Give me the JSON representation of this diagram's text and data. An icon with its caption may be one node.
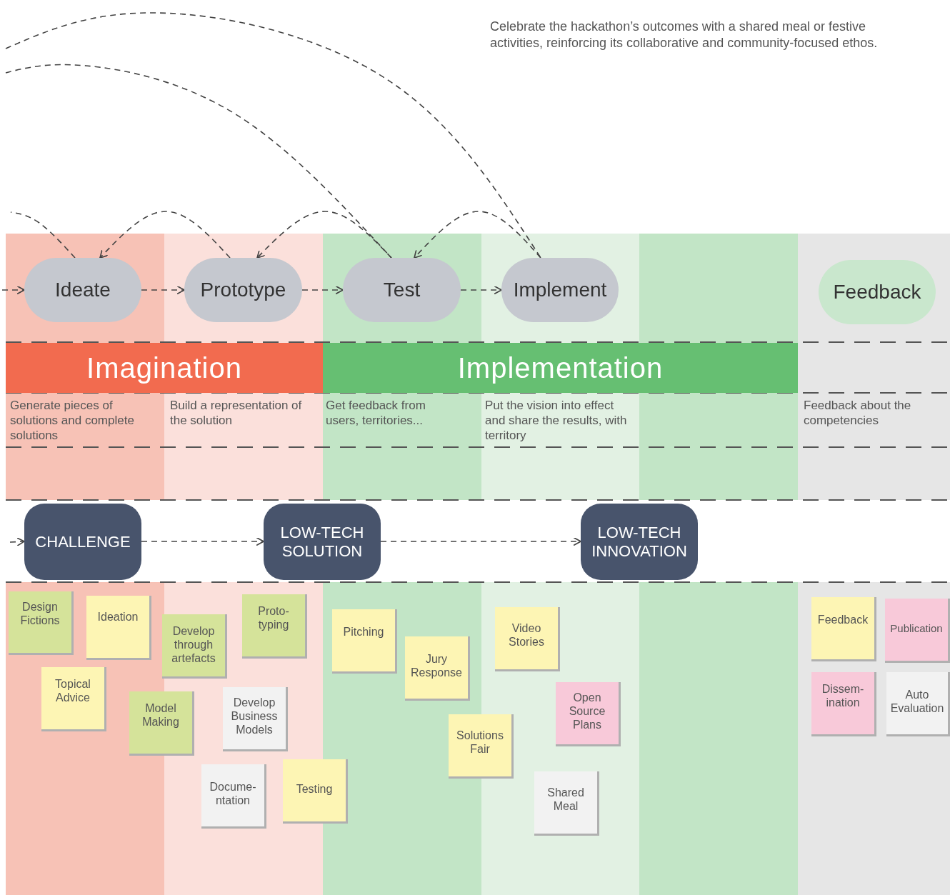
{
  "diagram": {
    "nodes": [
      {
        "text": [
          "Ideate"
        ]
      },
      {
        "text": [
          "Prototype"
        ]
      },
      {
        "text": [
          "Test"
        ]
      },
      {
        "text": [
          "Implement"
        ]
      },
      {
        "text": [
          "Feedback"
        ]
      },
      {
        "text": [
          "Imagination"
        ]
      },
      {
        "text": [
          "Implementation"
        ]
      },
      {
        "text": [
          "CHALLENGE"
        ]
      },
      {
        "text": [
          "LOW-TECH SOLUTION"
        ]
      },
      {
        "text": [
          "LOW-TECH INNOVATION"
        ]
      },
      {
        "text": [
          "Design Fictions"
        ]
      },
      {
        "text": [
          "Ideation"
        ]
      },
      {
        "text": [
          "Topical Advice"
        ]
      },
      {
        "text": [
          "Develop through artefacts"
        ]
      },
      {
        "text": [
          "Proto- typing"
        ]
      },
      {
        "text": [
          "Model Making"
        ]
      },
      {
        "text": [
          "Develop Business Models"
        ]
      },
      {
        "text": [
          "Docume- ntation"
        ]
      },
      {
        "text": [
          "Testing"
        ]
      },
      {
        "text": [
          "Pitching"
        ]
      },
      {
        "text": [
          "Jury Response"
        ]
      },
      {
        "text": [
          "Solutions Fair"
        ]
      },
      {
        "text": [
          "Video Stories"
        ]
      },
      {
        "text": [
          "Open Source Plans"
        ]
      },
      {
        "text": [
          "Shared Meal"
        ]
      },
      {
        "text": [
          "Feedback"
        ]
      },
      {
        "text": [
          "Publication"
        ]
      },
      {
        "text": [
          "Dissem- ination"
        ]
      },
      {
        "text": [
          "Auto Evaluation"
        ]
      }
    ],
    "edges": [
      {
        "from": null,
        "to": 0,
        "arrow": "to"
      },
      {
        "from": 0,
        "to": 1,
        "arrow": "to"
      },
      {
        "from": 1,
        "to": 2,
        "arrow": "to"
      },
      {
        "from": 2,
        "to": 3,
        "arrow": "to"
      },
      {
        "from": 1,
        "to": 0,
        "arrow": "to"
      },
      {
        "from": 2,
        "to": 1,
        "arrow": "to"
      },
      {
        "from": 3,
        "to": 2,
        "arrow": "to"
      },
      {
        "from": 0,
        "to": null,
        "arrow": "none"
      },
      {
        "from": null,
        "to": 2,
        "arrow": "none"
      },
      {
        "from": null,
        "to": 3,
        "arrow": "none"
      },
      {
        "from": null,
        "to": 7,
        "arrow": "to"
      },
      {
        "from": 7,
        "to": 8,
        "arrow": "to"
      },
      {
        "from": 8,
        "to": 9,
        "arrow": "to"
      }
    ],
    "labels": [
      "Celebrate the hackathon’s outcomes with a shared meal or festive activities, reinforcing its collaborative and community-focused ethos.",
      "Generate pieces of solutions and complete solutions",
      "Build a representation of the solution",
      "Get feedback from users, territories...",
      "Put the vision into effect and share the results, with territory",
      "Feedback about the competencies"
    ]
  }
}
